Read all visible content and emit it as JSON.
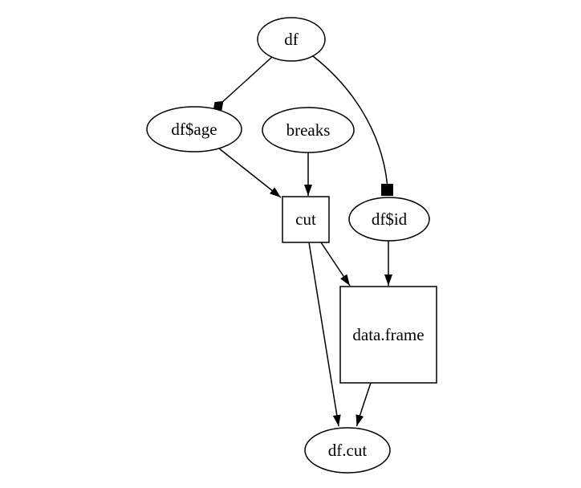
{
  "diagram": {
    "type": "directed-graph",
    "description": "Dependency graph of R objects: df feeds df$age and df$id; df$age and breaks feed cut; cut and df$id feed data.frame; cut and data.frame feed df.cut",
    "colors": {
      "background": "#ffffff",
      "line": "#000000",
      "text": "#000000",
      "node_fill": "#ffffff"
    },
    "nodes": [
      {
        "id": "df",
        "label": "df",
        "shape": "ellipse"
      },
      {
        "id": "df$age",
        "label": "df$age",
        "shape": "ellipse"
      },
      {
        "id": "breaks",
        "label": "breaks",
        "shape": "ellipse"
      },
      {
        "id": "cut",
        "label": "cut",
        "shape": "box"
      },
      {
        "id": "df$id",
        "label": "df$id",
        "shape": "ellipse"
      },
      {
        "id": "data.frame",
        "label": "data.frame",
        "shape": "box"
      },
      {
        "id": "df.cut",
        "label": "df.cut",
        "shape": "ellipse"
      }
    ],
    "edges": [
      {
        "from": "df",
        "to": "df$age",
        "arrowhead": "filled-diamond"
      },
      {
        "from": "df",
        "to": "df$id",
        "arrowhead": "filled-box"
      },
      {
        "from": "df$age",
        "to": "cut",
        "arrowhead": "normal"
      },
      {
        "from": "breaks",
        "to": "cut",
        "arrowhead": "normal"
      },
      {
        "from": "cut",
        "to": "data.frame",
        "arrowhead": "normal"
      },
      {
        "from": "df$id",
        "to": "data.frame",
        "arrowhead": "normal"
      },
      {
        "from": "cut",
        "to": "df.cut",
        "arrowhead": "normal"
      },
      {
        "from": "data.frame",
        "to": "df.cut",
        "arrowhead": "normal"
      }
    ]
  }
}
